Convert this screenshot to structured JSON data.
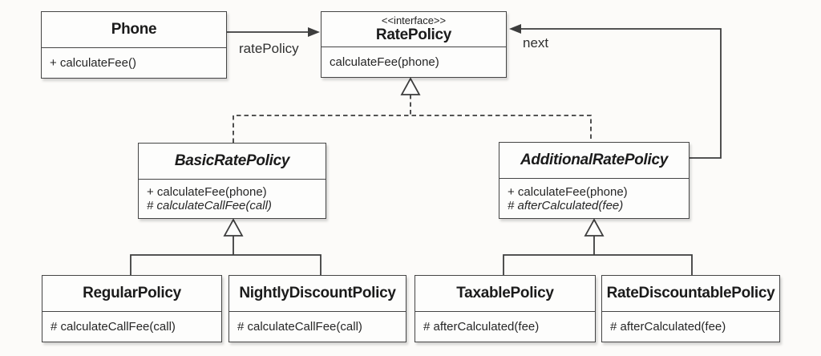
{
  "classes": {
    "phone": {
      "name": "Phone",
      "members": [
        "+ calculateFee()"
      ]
    },
    "rate_policy": {
      "stereotype": "<<interface>>",
      "name": "RatePolicy",
      "members": [
        "calculateFee(phone)"
      ]
    },
    "basic_rate_policy": {
      "name": "BasicRatePolicy",
      "members": [
        "+ calculateFee(phone)",
        "# calculateCallFee(call)"
      ]
    },
    "additional_rate_policy": {
      "name": "AdditionalRatePolicy",
      "members": [
        "+ calculateFee(phone)",
        "# afterCalculated(fee)"
      ]
    },
    "regular_policy": {
      "name": "RegularPolicy",
      "members": [
        "# calculateCallFee(call)"
      ]
    },
    "nightly_discount_policy": {
      "name": "NightlyDiscountPolicy",
      "members": [
        "# calculateCallFee(call)"
      ]
    },
    "taxable_policy": {
      "name": "TaxablePolicy",
      "members": [
        "# afterCalculated(fee)"
      ]
    },
    "rate_discountable_policy": {
      "name": "RateDiscountablePolicy",
      "members": [
        "# afterCalculated(fee)"
      ]
    }
  },
  "edge_labels": {
    "rate_policy": "ratePolicy",
    "next": "next"
  },
  "colors": {
    "line": "#3d3d3d",
    "box_border": "#454545",
    "box_fill": "#fdfdfc",
    "background": "#fcfbf9",
    "text": "#1b1b1b"
  }
}
